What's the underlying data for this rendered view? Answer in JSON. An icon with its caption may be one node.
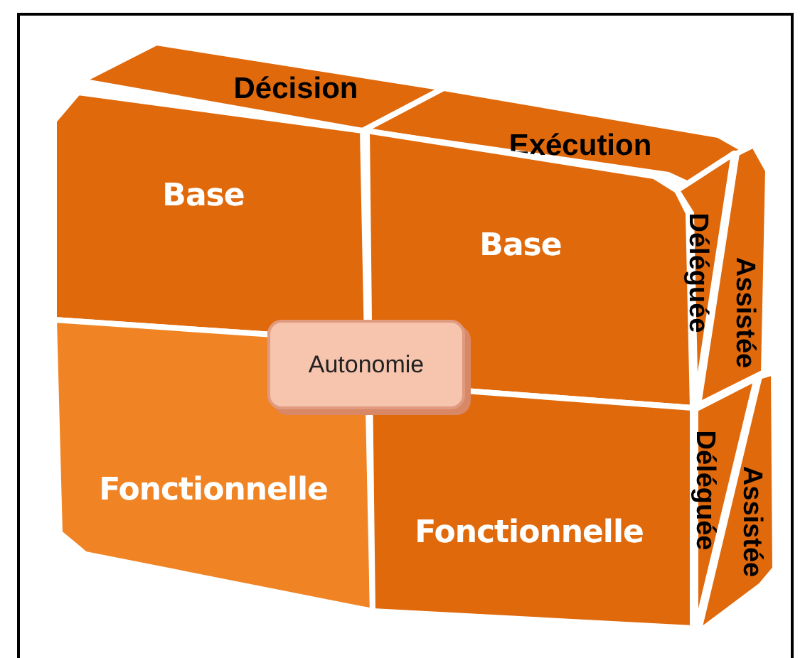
{
  "diagram": {
    "nodes": [
      {
        "text": [
          "Décision"
        ]
      },
      {
        "text": [
          "Exécution"
        ]
      },
      {
        "text": [
          "Base"
        ]
      },
      {
        "text": [
          "Base"
        ]
      },
      {
        "text": [
          "Fonctionnelle"
        ]
      },
      {
        "text": [
          "Fonctionnelle"
        ]
      },
      {
        "text": [
          "Déléguée"
        ]
      },
      {
        "text": [
          "Assistée"
        ]
      },
      {
        "text": [
          "Déléguée"
        ]
      },
      {
        "text": [
          "Assistée"
        ]
      },
      {
        "text": [
          "Autonomie"
        ]
      }
    ]
  }
}
